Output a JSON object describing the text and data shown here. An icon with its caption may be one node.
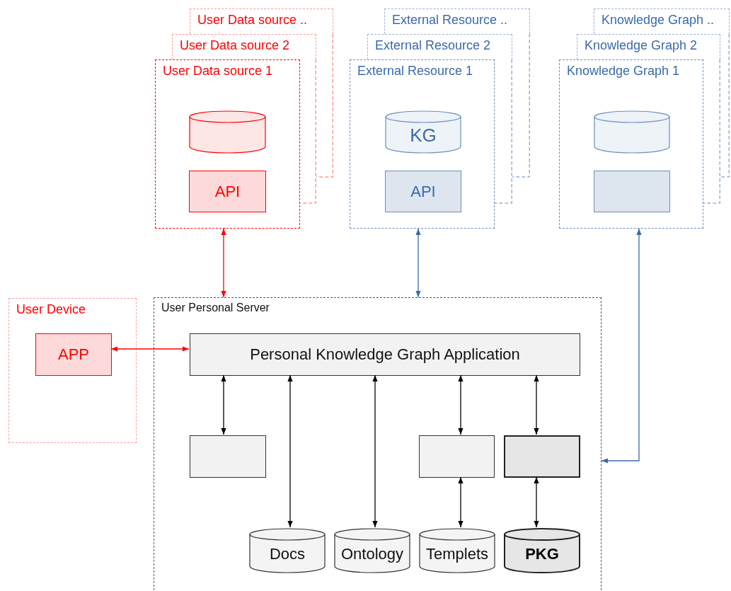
{
  "diagram": {
    "nodes": [
      {
        "text": [
          "User Data source .."
        ]
      },
      {
        "text": [
          "User Data source 2"
        ]
      },
      {
        "text": [
          "User Data source 1"
        ]
      },
      {
        "text": [],
        "shape": "cylinder",
        "in": 2
      },
      {
        "text": [
          "API"
        ],
        "in": 2
      },
      {
        "text": [
          "External Resource .."
        ]
      },
      {
        "text": [
          "External Resource 2"
        ]
      },
      {
        "text": [
          "External Resource 1"
        ]
      },
      {
        "text": [
          "KG"
        ],
        "in": 7
      },
      {
        "text": [
          "API"
        ],
        "in": 7
      },
      {
        "text": [
          "Knowledge Graph .."
        ]
      },
      {
        "text": [
          "Knowledge Graph 2"
        ]
      },
      {
        "text": [
          "Knowledge Graph 1"
        ]
      },
      {
        "text": [],
        "shape": "cylinder",
        "in": 12
      },
      {
        "text": [],
        "shape": "box",
        "in": 12
      },
      {
        "text": [
          "User Device"
        ]
      },
      {
        "text": [
          "APP"
        ],
        "in": 15
      },
      {
        "text": [
          "User Personal Server"
        ]
      },
      {
        "text": [
          "Personal Knowledge Graph Application"
        ],
        "in": 17
      },
      {
        "text": [],
        "shape": "box",
        "in": 17
      },
      {
        "text": [],
        "shape": "box",
        "in": 17
      },
      {
        "text": [],
        "shape": "box",
        "in": 17
      },
      {
        "text": [
          "Docs"
        ],
        "in": 17
      },
      {
        "text": [
          "Ontology"
        ],
        "in": 17
      },
      {
        "text": [
          "Templets"
        ],
        "in": 17
      },
      {
        "text": [
          "PKG"
        ],
        "in": 17
      }
    ],
    "edges": [
      {
        "from": 2,
        "to": 17,
        "arrow": "both",
        "color": "#ff0000"
      },
      {
        "from": 7,
        "to": 17,
        "arrow": "both",
        "color": "#3b6aa8"
      },
      {
        "from": 12,
        "to": 17,
        "arrow": "both",
        "color": "#3b6aa8"
      },
      {
        "from": 16,
        "to": 18,
        "arrow": "both",
        "color": "#ff0000"
      },
      {
        "from": 18,
        "to": 19,
        "arrow": "both"
      },
      {
        "from": 18,
        "to": 22,
        "arrow": "both"
      },
      {
        "from": 18,
        "to": 23,
        "arrow": "both"
      },
      {
        "from": 18,
        "to": 20,
        "arrow": "both"
      },
      {
        "from": 18,
        "to": 21,
        "arrow": "both"
      },
      {
        "from": 20,
        "to": 24,
        "arrow": "both"
      },
      {
        "from": 21,
        "to": 25,
        "arrow": "both"
      }
    ]
  }
}
